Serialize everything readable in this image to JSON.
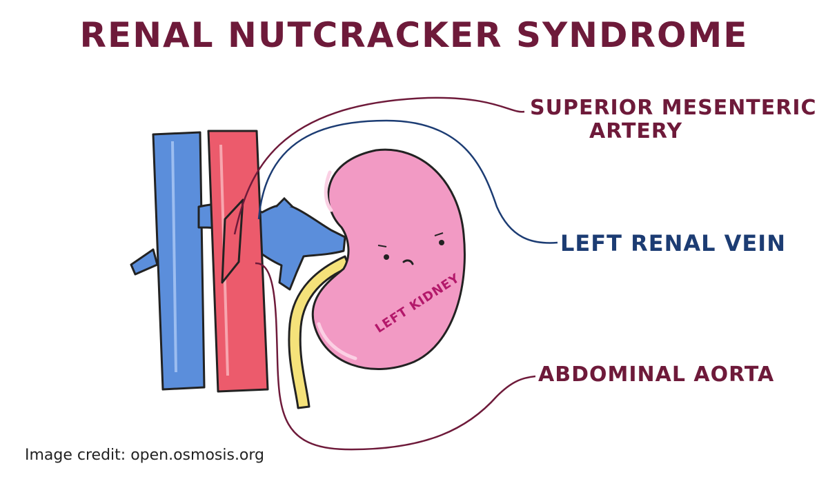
{
  "title": "RENAL NUTCRACKER SYNDROME",
  "labels": {
    "superior_mesenteric_artery_line1": "SUPERIOR MESENTERIC",
    "superior_mesenteric_artery_line2": "ARTERY",
    "left_renal_vein": "LEFT RENAL VEIN",
    "abdominal_aorta": "ABDOMINAL AORTA",
    "left_kidney": "LEFT KIDNEY"
  },
  "credit": "Image credit: open.osmosis.org",
  "colors": {
    "title": "#6e1a3a",
    "vein": "#5b8edb",
    "artery": "#ec5b6c",
    "kidney": "#f29ac4",
    "ureter": "#f5e27a",
    "vein_label": "#1c3c73",
    "artery_label": "#6e1a3a",
    "kidney_label": "#b3186a"
  }
}
